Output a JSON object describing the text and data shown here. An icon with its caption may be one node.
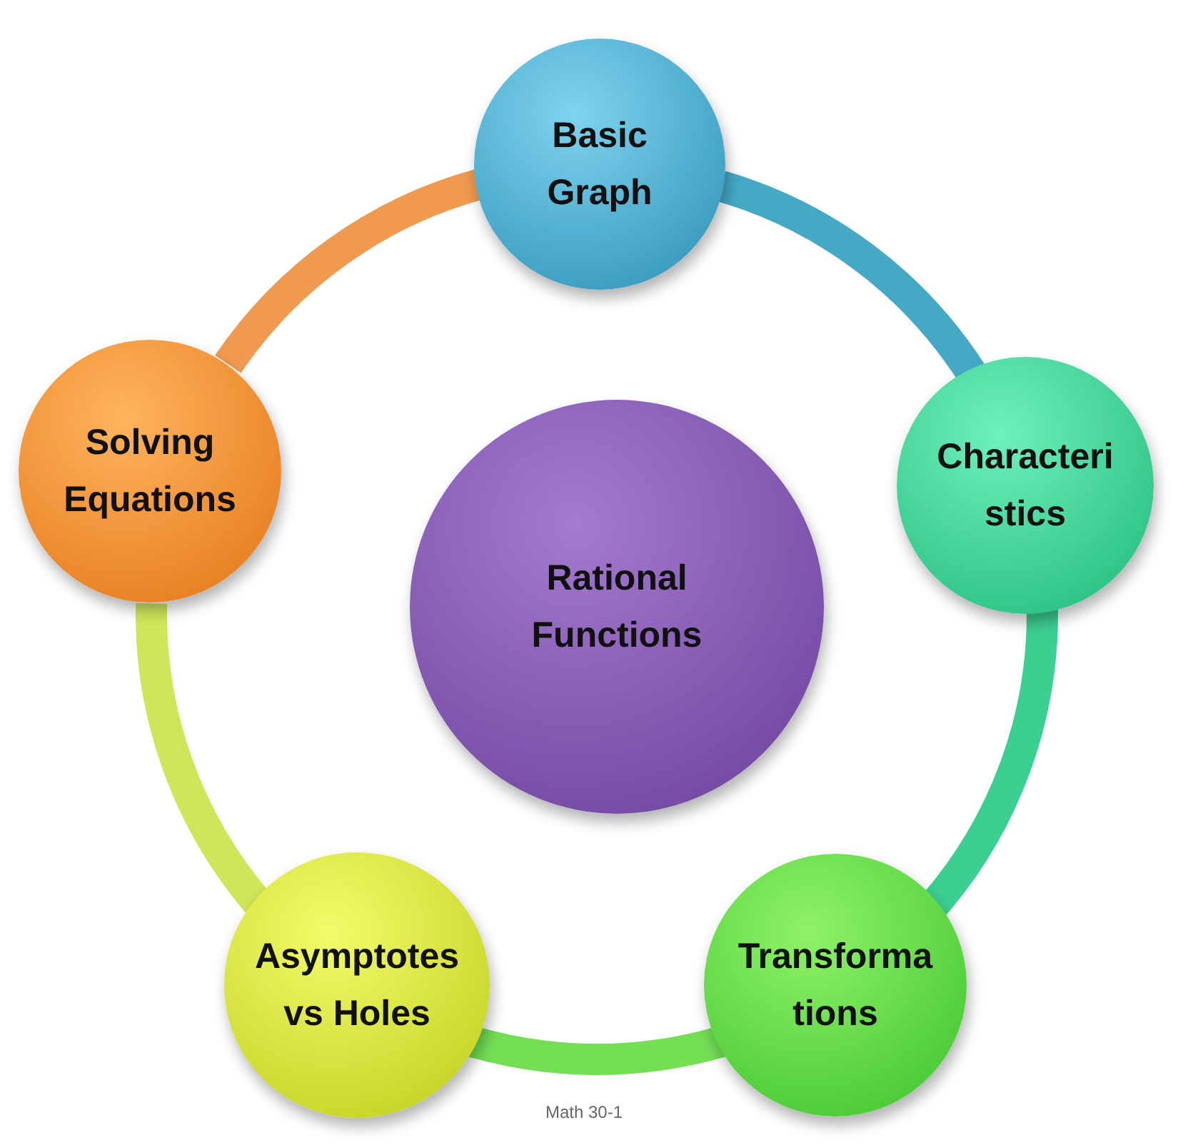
{
  "diagram": {
    "nodes": [
      {
        "text": [
          "Rational Functions"
        ]
      },
      {
        "text": [
          "Basic Graph"
        ]
      },
      {
        "text": [
          "Characteri stics"
        ]
      },
      {
        "text": [
          "Transforma tions"
        ]
      },
      {
        "text": [
          "Asymptotes vs Holes"
        ]
      },
      {
        "text": [
          "Solving Equations"
        ]
      }
    ],
    "edges": [
      {
        "from": 1,
        "to": 2,
        "arrow": "none",
        "color": "#45a9c6"
      },
      {
        "from": 2,
        "to": 3,
        "arrow": "none",
        "color": "#3ccf92"
      },
      {
        "from": 3,
        "to": 4,
        "arrow": "none",
        "color": "#74df55"
      },
      {
        "from": 4,
        "to": 5,
        "arrow": "none",
        "color": "#cfe55a"
      },
      {
        "from": 5,
        "to": 1,
        "arrow": "none",
        "color": "#ef9a50"
      }
    ],
    "labels": [
      "Math 30-1"
    ]
  }
}
